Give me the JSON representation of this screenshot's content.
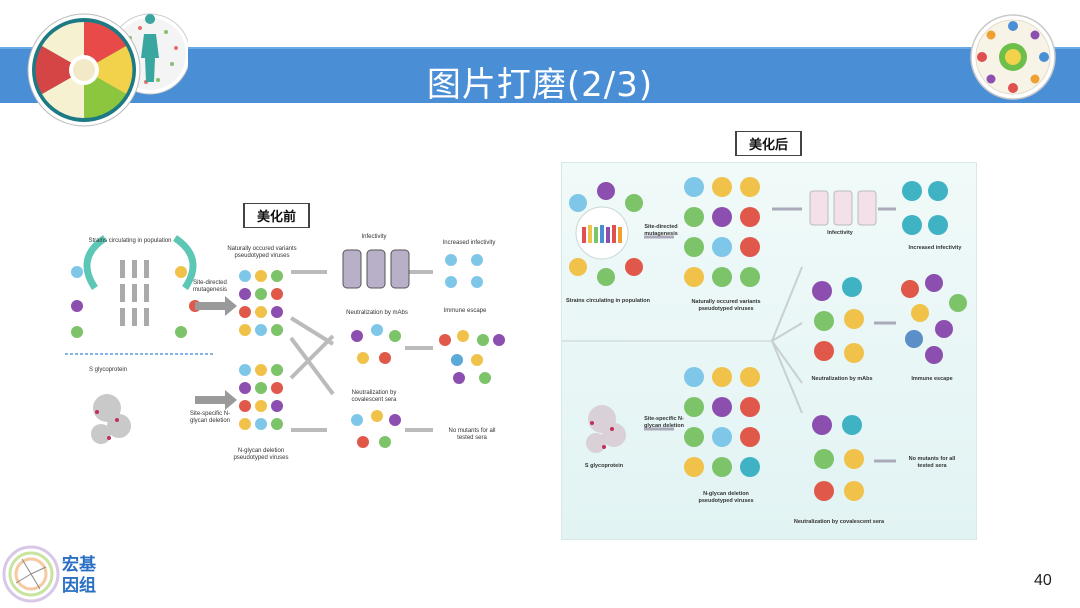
{
  "slide": {
    "title": "图片打磨(2/3)",
    "page_number": "40",
    "brand_lines": [
      "宏基",
      "因组"
    ]
  },
  "before": {
    "tag": "美化前",
    "labels": {
      "strains": "Strains circulating in population",
      "site_directed": "Site-directed mutagenesis",
      "naturally": "Naturally occured variants pseudotyped viruses",
      "infectivity": "Infectivity",
      "increased": "Increased infectivity",
      "mabs": "Neutralization by mAbs",
      "immune": "Immune escape",
      "s_glyco": "S glycoprotein",
      "site_specific": "Site-specific N-glycan deletion",
      "covalescent": "Neutralization by covalescent sera",
      "no_mutants": "No mutants for all tested sera",
      "nglycan": "N-glycan deletion pseudotyped viruses"
    }
  },
  "after": {
    "tag": "美化后",
    "labels": {
      "site_directed": "Site-directed mutagenesis",
      "infectivity": "Infectivity",
      "increased": "Increased infectivity",
      "strains": "Strains circulating in population",
      "naturally": "Naturally occured variants pseudotyped viruses",
      "mabs": "Neutralization by mAbs",
      "immune": "Immune escape",
      "site_specific": "Site-specific N-glycan deletion",
      "no_mutants": "No mutants for all tested sera",
      "s_glyco": "S glycoprotein",
      "nglycan": "N-glycan deletion pseudotyped viruses",
      "covalescent": "Neutralization by covalescent sera"
    }
  },
  "colors": {
    "title_bar": "#4a8fd6",
    "brand": "#2a6fc4",
    "virus_palette": [
      "#7fc7e8",
      "#f0c24a",
      "#7cc36a",
      "#e0584a",
      "#8c4fb0"
    ]
  }
}
